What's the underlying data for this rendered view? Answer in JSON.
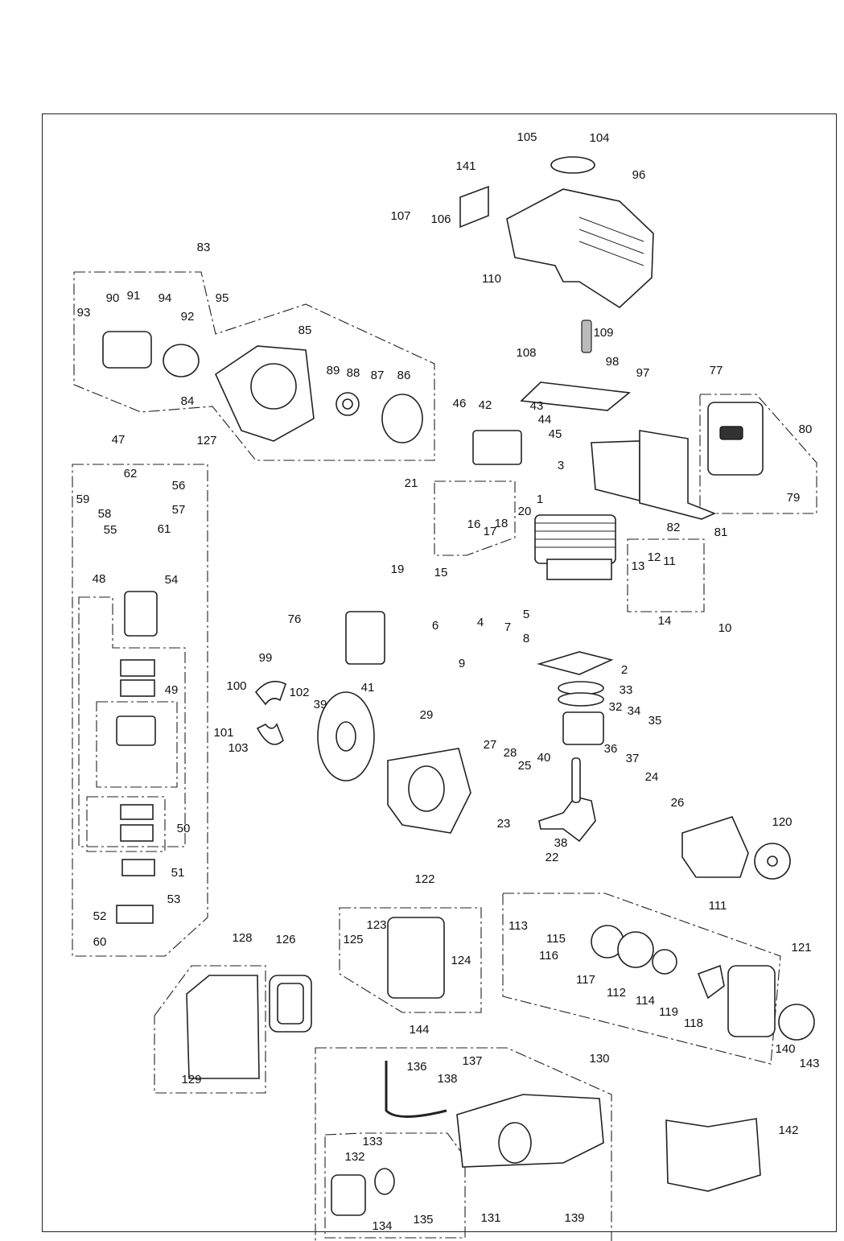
{
  "diagram": {
    "type": "exploded-parts-diagram",
    "labels": [
      "1",
      "2",
      "3",
      "4",
      "5",
      "6",
      "7",
      "8",
      "9",
      "10",
      "11",
      "12",
      "13",
      "14",
      "15",
      "16",
      "17",
      "18",
      "19",
      "20",
      "21",
      "22",
      "23",
      "24",
      "25",
      "26",
      "27",
      "28",
      "29",
      "32",
      "33",
      "34",
      "35",
      "36",
      "37",
      "38",
      "39",
      "40",
      "41",
      "42",
      "43",
      "44",
      "45",
      "46",
      "47",
      "48",
      "49",
      "50",
      "51",
      "52",
      "53",
      "54",
      "55",
      "56",
      "57",
      "58",
      "59",
      "60",
      "61",
      "62",
      "76",
      "77",
      "79",
      "80",
      "81",
      "82",
      "83",
      "84",
      "85",
      "86",
      "87",
      "88",
      "89",
      "90",
      "91",
      "92",
      "93",
      "94",
      "95",
      "96",
      "97",
      "98",
      "99",
      "100",
      "101",
      "102",
      "103",
      "104",
      "105",
      "106",
      "107",
      "108",
      "109",
      "110",
      "111",
      "112",
      "113",
      "114",
      "115",
      "116",
      "117",
      "118",
      "119",
      "120",
      "121",
      "122",
      "123",
      "124",
      "125",
      "126",
      "127",
      "128",
      "129",
      "130",
      "131",
      "132",
      "133",
      "134",
      "135",
      "136",
      "137",
      "138",
      "139",
      "140",
      "141",
      "142",
      "143",
      "144"
    ]
  }
}
